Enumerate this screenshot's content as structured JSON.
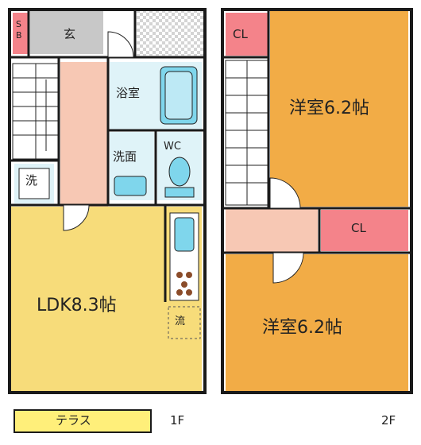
{
  "floor1": {
    "label": "1F",
    "sb": "S\nB",
    "entrance": "玄",
    "bath": "浴室",
    "washroom": "洗面",
    "wc": "WC",
    "laundry": "洗",
    "ldk": "LDK8.3帖",
    "storage": "流",
    "terrace": "テラス"
  },
  "floor2": {
    "label": "2F",
    "room_upper": "洋室6.2帖",
    "room_lower": "洋室6.2帖",
    "closet_upper": "CL",
    "closet_lower": "CL"
  },
  "colors": {
    "wall": "#1a1a1a",
    "ldk_floor": "#f7dc7a",
    "room_floor": "#f2ac46",
    "corridor": "#f7c8b4",
    "closet": "#f4838a",
    "wet_area": "#dff3f8",
    "fixture": "#7fd6ec",
    "terrace": "#ffef7a",
    "tile": "#d0d0d0"
  }
}
